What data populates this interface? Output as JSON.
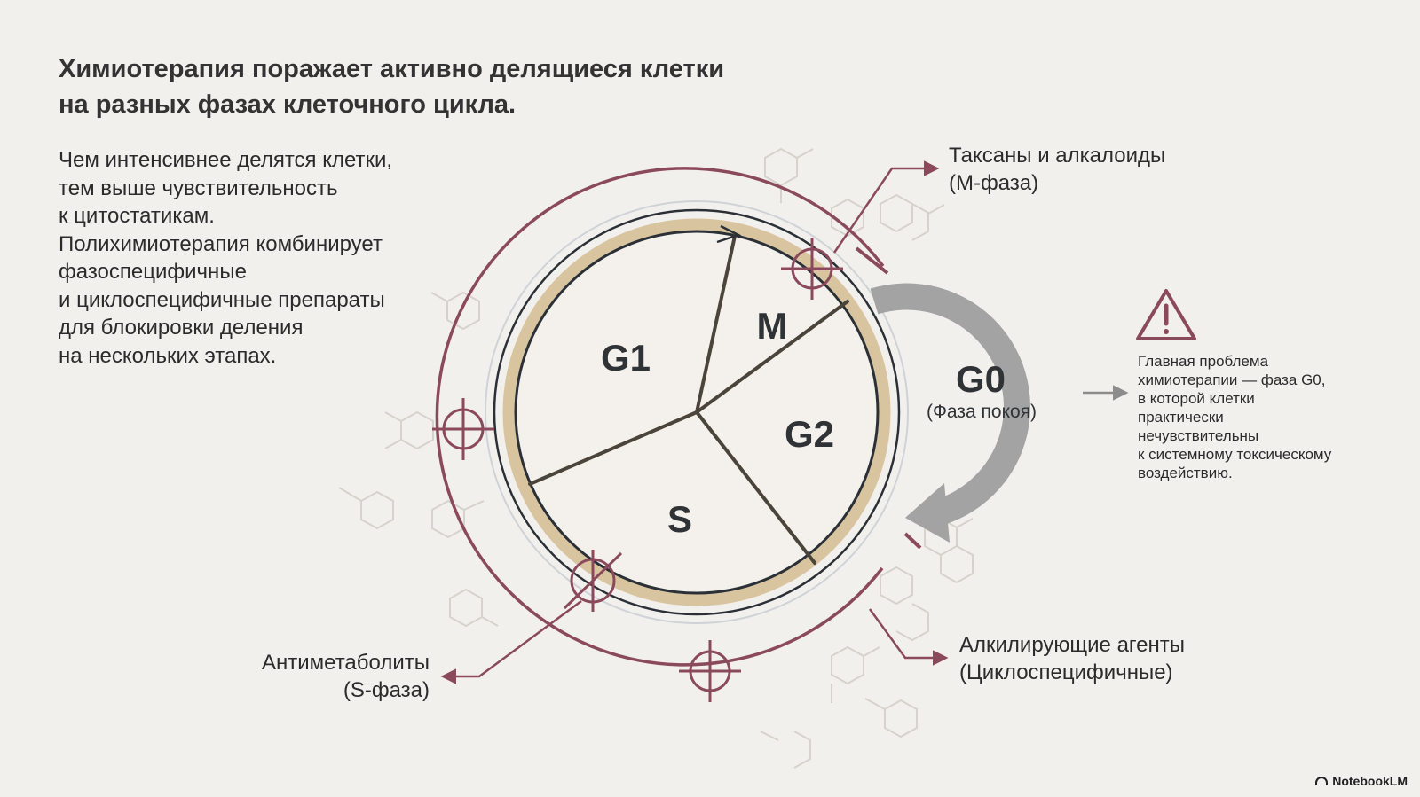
{
  "title": {
    "line1": "Химиотерапия поражает активно делящиеся клетки",
    "line2": "на разных фазах клеточного цикла."
  },
  "intro": [
    "Чем интенсивнее делятся клетки,",
    "тем выше чувствительность",
    "к цитостатикам.",
    "Полихимиотерапия комбинирует",
    "фазоспецифичные",
    "и циклоспецифичные препараты",
    "для блокировки деления",
    "на нескольких этапах."
  ],
  "cycle": {
    "phases": {
      "g1": "G1",
      "m": "M",
      "g2": "G2",
      "s": "S"
    },
    "g0": {
      "label": "G0",
      "sub": "(Фаза покоя)"
    }
  },
  "callouts": {
    "taxanes": {
      "line1": "Таксаны и алкалоиды",
      "line2": "(М-фаза)"
    },
    "antimetabolites": {
      "line1": "Антиметаболиты",
      "line2": "(S-фаза)"
    },
    "alkylating": {
      "line1": "Алкилирующие агенты",
      "line2": "(Циклоспецифичные)"
    }
  },
  "warning": {
    "icon": "warning-triangle-icon",
    "lines": [
      "Главная проблема",
      "химиотерапии — фаза G0,",
      "в которой клетки",
      "практически",
      "нечувствительны",
      "к системному токсическому",
      "воздействию."
    ]
  },
  "brand": {
    "name": "NotebookLM",
    "icon": "notebooklm-logo-icon"
  },
  "colors": {
    "background": "#f2f0ed",
    "accent": "#8a4a5c",
    "ring_dark": "#2a3035",
    "ring_tan": "#d9c4a0",
    "g0_arrow": "#a3a3a3"
  }
}
